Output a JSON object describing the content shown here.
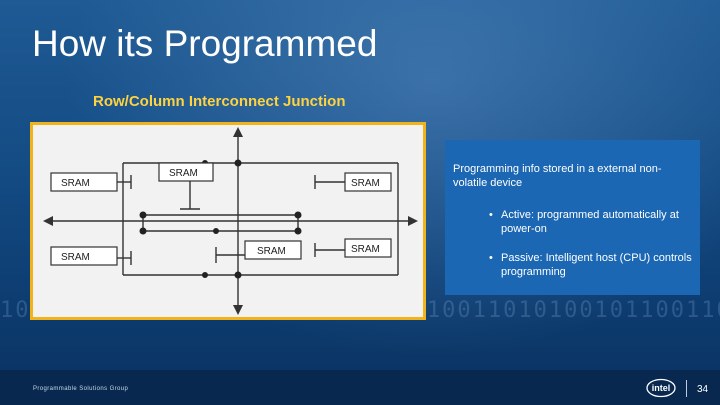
{
  "slide": {
    "title": "How its Programmed",
    "subtitle": "Row/Column Interconnect Junction",
    "footer_text": "Programmable Solutions Group",
    "page_number": "34",
    "logo_text": "intel"
  },
  "diagram": {
    "sram_labels": [
      "SRAM",
      "SRAM",
      "SRAM",
      "SRAM",
      "SRAM",
      "SRAM"
    ]
  },
  "info": {
    "intro": "Programming info stored in a external non-volatile device",
    "bullets": [
      "Active: programmed automatically at power-on",
      "Passive: Intelligent host (CPU) controls programming"
    ]
  },
  "colors": {
    "accent_yellow": "#ffd23f",
    "frame_orange": "#f2b21a",
    "info_blue": "#1b67b3"
  }
}
